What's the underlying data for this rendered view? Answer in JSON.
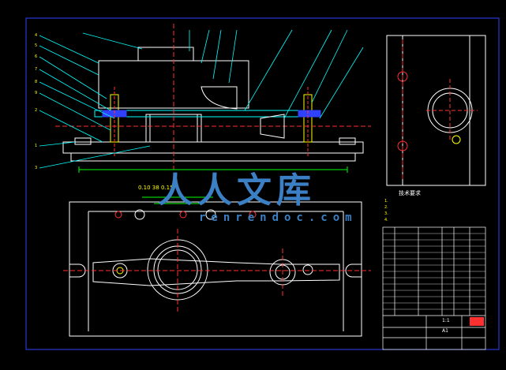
{
  "drawing": {
    "dimension_label": "0.10 38 0.15",
    "tech_title": "技术要求",
    "tech_notes": [
      "1.",
      "2.",
      "3.",
      "4."
    ],
    "scale": "1:1",
    "sheet_size": "A1"
  },
  "watermark": {
    "cn_text": "人人文库",
    "url": "renrendoc.com"
  },
  "colors": {
    "line_white": "#ffffff",
    "line_cyan": "#00ffff",
    "line_yellow": "#ffff00",
    "line_red": "#ff3030",
    "line_blue": "#3040ff",
    "line_green": "#00ff00",
    "watermark": "#3b7fc4"
  }
}
